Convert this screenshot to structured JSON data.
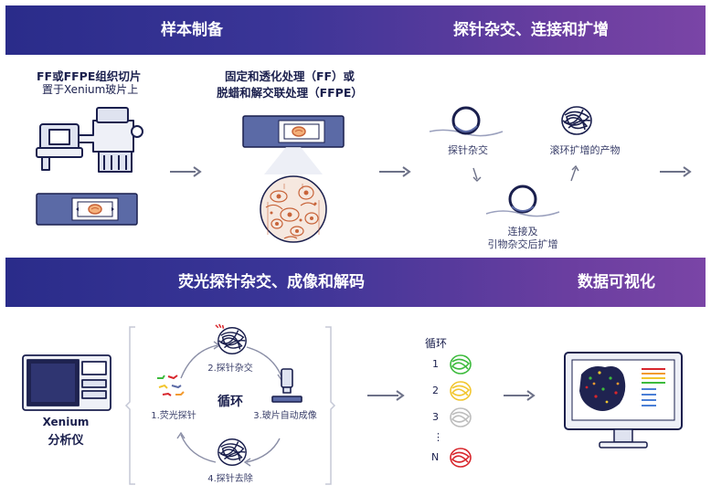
{
  "sections": {
    "sample_prep": "样本制备",
    "probe_hyb": "探针杂交、连接和扩增",
    "fluor": "荧光探针杂交、成像和解码",
    "visual": "数据可视化"
  },
  "step1": {
    "title": "FF或FFPE组织切片",
    "subtitle": "置于Xenium玻片上"
  },
  "step2": {
    "line1": "固定和透化处理（FF）或",
    "line2": "脱蜡和解交联处理（FFPE）"
  },
  "probe": {
    "hyb": "探针杂交",
    "rca": "滚环扩增的产物",
    "lig_line1": "连接及",
    "lig_line2": "引物杂交后扩增"
  },
  "instrument": {
    "line1": "Xenium",
    "line2": "分析仪"
  },
  "cycle": {
    "center": "循环",
    "step1": "1.荧光探针",
    "step2": "2.探针杂交",
    "step3": "3.玻片自动成像",
    "step4": "4.探针去除"
  },
  "cycles": {
    "header": "循环",
    "labels": [
      "1",
      "2",
      "3",
      "⋮",
      "N"
    ]
  },
  "colors": {
    "band_start": "#2a2c8a",
    "band_end": "#7a45a6",
    "ink": "#1a1f4d",
    "slide": "#5b6aa6",
    "tissue": "#c8643a",
    "cycle1": "#3dbb3d",
    "cycle2": "#f2c62f",
    "cycle3": "#bdbdbd",
    "cycleN": "#d8262c"
  },
  "icons": [
    "arrow-right-icon",
    "tissue-slide-icon",
    "microtome-icon",
    "microscope-icon",
    "monitor-icon",
    "dna-coil-icon"
  ]
}
